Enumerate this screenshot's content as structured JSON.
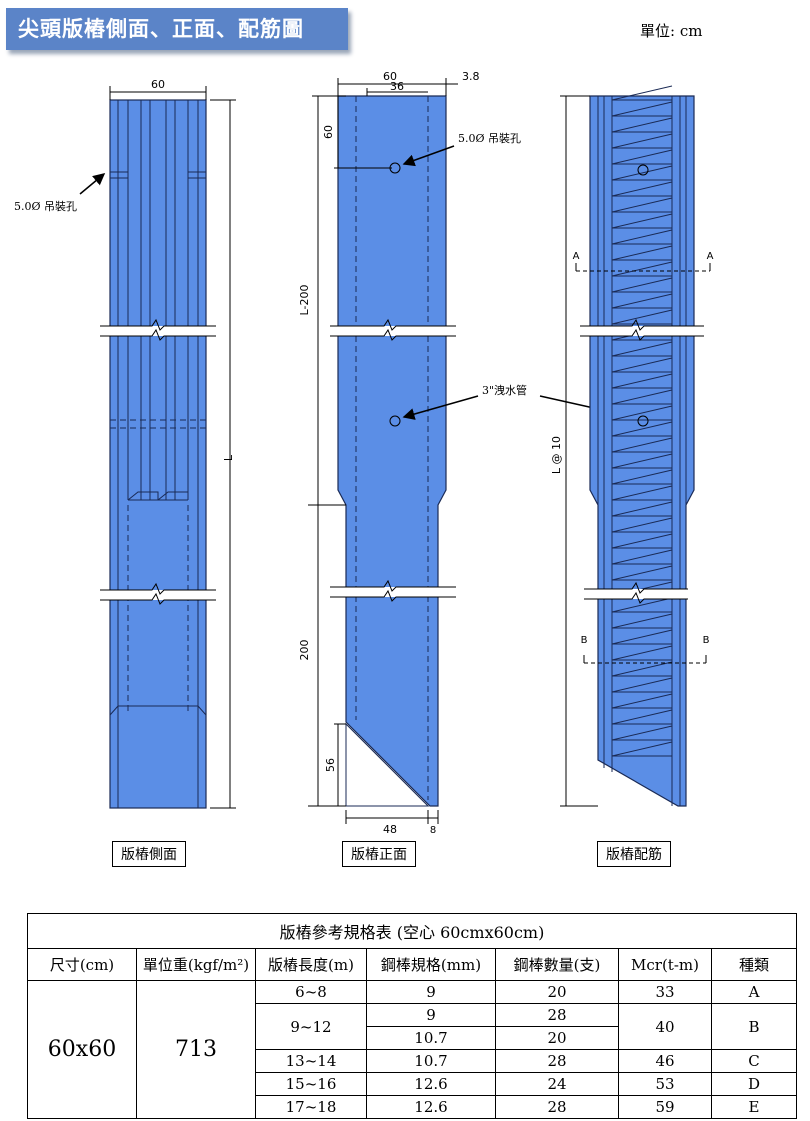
{
  "banner": {
    "title": "尖頭版樁側面、正面、配筋圖"
  },
  "unit_label": "單位: cm",
  "side_view": {
    "dim_width": "60",
    "hole_label": "5.0Ø 吊裝孔",
    "length_label": "L",
    "caption": "版樁側面"
  },
  "front_view": {
    "dim_width": "60",
    "dim_inner": "36",
    "dim_edge": "3.8",
    "dim_hole_offset": "60",
    "hole_label": "5.0Ø 吊裝孔",
    "drain_label": "3\"洩水管",
    "dim_upper": "L-200",
    "dim_lower": "200",
    "dim_tip_h": "56",
    "dim_tip_w": "48",
    "dim_tip_e": "8",
    "caption": "版樁正面"
  },
  "rebar_view": {
    "length_label": "L @ 10",
    "section_a": "A",
    "section_b": "B",
    "caption": "版樁配筋"
  },
  "colors": {
    "pile_fill": "#5b8ee6",
    "banner": "#5b84c8"
  },
  "table": {
    "title": "版樁參考規格表 (空心 60cmx60cm)",
    "headers": [
      "尺寸(cm)",
      "單位重(kgf/m²)",
      "版樁長度(m)",
      "鋼棒規格(mm)",
      "鋼棒數量(支)",
      "Mcr(t-m)",
      "種類"
    ],
    "size": "60x60",
    "unit_weight": "713",
    "rows": [
      {
        "length": "6~8",
        "bar": "9",
        "qty": "20",
        "mcr": "33",
        "type": "A"
      },
      {
        "length": "9~12",
        "bar": "9",
        "qty": "28",
        "mcr": "40",
        "type": "B"
      },
      {
        "length": "",
        "bar": "10.7",
        "qty": "20",
        "mcr": "",
        "type": ""
      },
      {
        "length": "13~14",
        "bar": "10.7",
        "qty": "28",
        "mcr": "46",
        "type": "C"
      },
      {
        "length": "15~16",
        "bar": "12.6",
        "qty": "24",
        "mcr": "53",
        "type": "D"
      },
      {
        "length": "17~18",
        "bar": "12.6",
        "qty": "28",
        "mcr": "59",
        "type": "E"
      }
    ]
  }
}
